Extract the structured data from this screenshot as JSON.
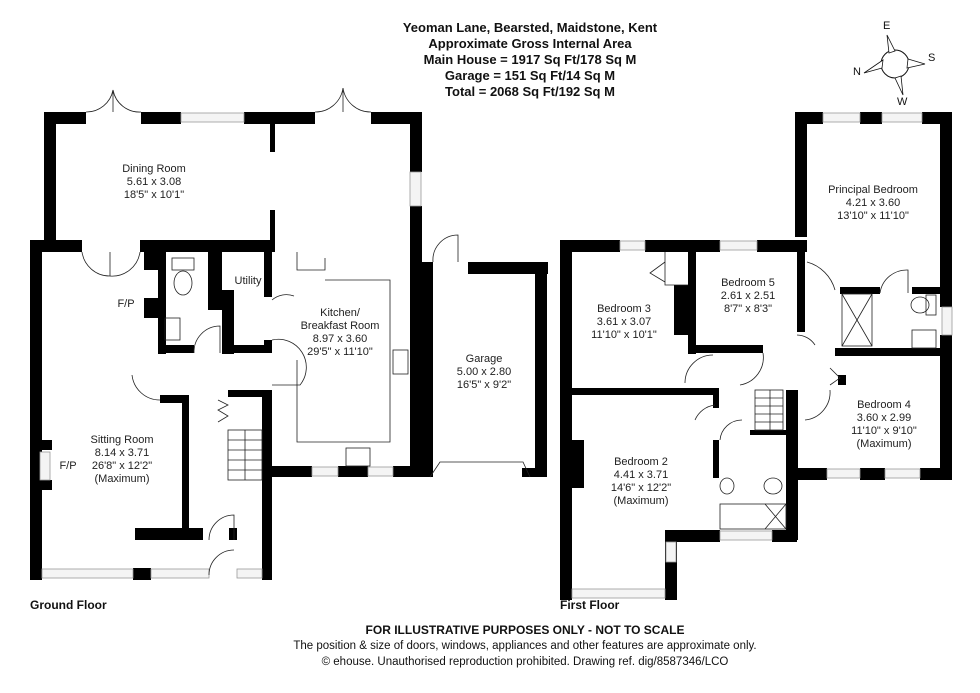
{
  "header": {
    "address": "Yeoman Lane, Bearsted, Maidstone, Kent",
    "subtitle": "Approximate Gross Internal Area",
    "main_house": "Main House = 1917 Sq Ft/178 Sq M",
    "garage": "Garage = 151 Sq Ft/14 Sq M",
    "total": "Total = 2068 Sq Ft/192 Sq M"
  },
  "compass": {
    "north": "N",
    "east": "E",
    "south": "S",
    "west": "W"
  },
  "ground_floor": {
    "label": "Ground Floor",
    "rooms": [
      {
        "name": "Dining Room",
        "metric": "5.61 x 3.08",
        "imperial": "18'5\" x 10'1\""
      },
      {
        "name": "Utility"
      },
      {
        "name": "Kitchen/",
        "name2": "Breakfast Room",
        "metric": "8.97 x 3.60",
        "imperial": "29'5\" x 11'10\""
      },
      {
        "name": "Garage",
        "metric": "5.00 x 2.80",
        "imperial": "16'5\" x 9'2\""
      },
      {
        "name": "Sitting Room",
        "metric": "8.14 x 3.71",
        "imperial": "26'8\" x 12'2\"",
        "note": "(Maximum)"
      }
    ],
    "fireplace_labels": [
      "F/P",
      "F/P"
    ]
  },
  "first_floor": {
    "label": "First Floor",
    "rooms": [
      {
        "name": "Principal Bedroom",
        "metric": "4.21 x 3.60",
        "imperial": "13'10\" x 11'10\""
      },
      {
        "name": "Bedroom 3",
        "metric": "3.61 x 3.07",
        "imperial": "11'10\" x 10'1\""
      },
      {
        "name": "Bedroom 5",
        "metric": "2.61 x 2.51",
        "imperial": "8'7\" x 8'3\""
      },
      {
        "name": "Bedroom 4",
        "metric": "3.60 x 2.99",
        "imperial": "11'10\" x 9'10\"",
        "note": "(Maximum)"
      },
      {
        "name": "Bedroom 2",
        "metric": "4.41 x 3.71",
        "imperial": "14'6\" x 12'2\"",
        "note": "(Maximum)"
      }
    ]
  },
  "footer": {
    "disclaimer": "FOR ILLUSTRATIVE PURPOSES ONLY - NOT TO SCALE",
    "note": "The position & size of doors, windows, appliances and other features are approximate only.",
    "copyright": "© ehouse. Unauthorised reproduction prohibited. Drawing ref. dig/8587346/LCO"
  },
  "colors": {
    "wall": "#000000",
    "background": "#ffffff",
    "window": "#f4f4f4"
  }
}
